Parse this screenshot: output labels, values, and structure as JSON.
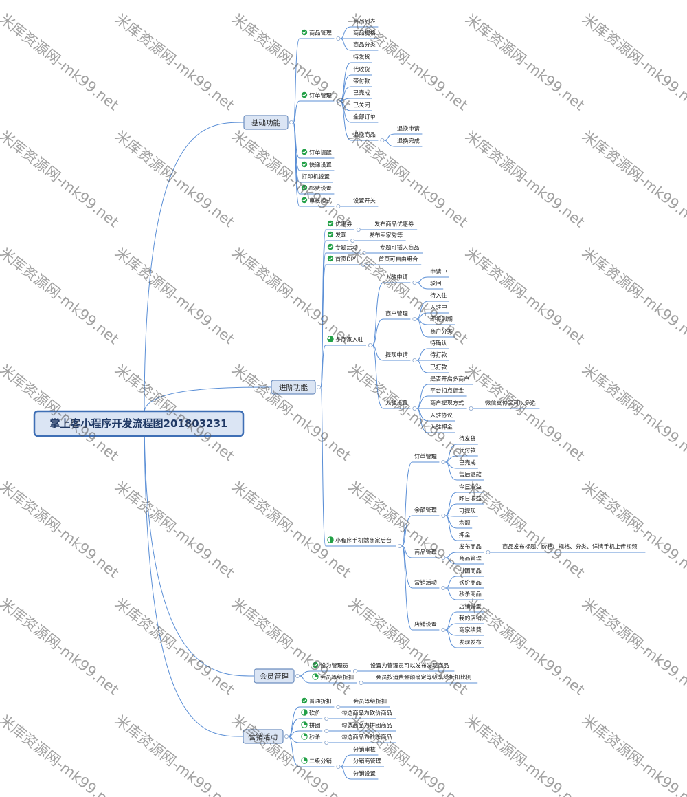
{
  "root": "掌上客小程序开发流程图201803231",
  "watermark": "米库资源网-mk99.net",
  "colors": {
    "line": "#5b8fd6",
    "box_fill": "#dbe5f4",
    "box_stroke": "#6c8ebf",
    "root_stroke": "#3f6fb5",
    "check": "#22a046"
  },
  "branches": [
    {
      "label": "基础功能",
      "children": [
        {
          "label": "商品管理",
          "icon": "check",
          "children": [
            {
              "label": "商品列表"
            },
            {
              "label": "商品规格"
            },
            {
              "label": "商品分类"
            }
          ]
        },
        {
          "label": "订单管理",
          "icon": "check",
          "children": [
            {
              "label": "待发货"
            },
            {
              "label": "代收货"
            },
            {
              "label": "带付款"
            },
            {
              "label": "已完成"
            },
            {
              "label": "已关闭"
            },
            {
              "label": "全部订单"
            },
            {
              "label": "退换商品",
              "children": [
                {
                  "label": "退换申请"
                },
                {
                  "label": "退换完成"
                }
              ]
            }
          ]
        },
        {
          "label": "订单提醒",
          "icon": "check"
        },
        {
          "label": "快递设置",
          "icon": "check"
        },
        {
          "label": "打印机设置"
        },
        {
          "label": "邮费设置",
          "icon": "check"
        },
        {
          "label": "审核模式",
          "icon": "check",
          "children": [
            {
              "label": "设置开关"
            }
          ]
        }
      ]
    },
    {
      "label": "进阶功能",
      "children": [
        {
          "label": "优惠券",
          "icon": "check",
          "children": [
            {
              "label": "发布商品优惠券"
            }
          ]
        },
        {
          "label": "发现",
          "icon": "check",
          "children": [
            {
              "label": "发布卖家秀等"
            }
          ]
        },
        {
          "label": "专题活动",
          "icon": "check",
          "children": [
            {
              "label": "专题可插入商品"
            }
          ]
        },
        {
          "label": "首页DIY",
          "icon": "check",
          "children": [
            {
              "label": "首页可自由组合"
            }
          ]
        },
        {
          "label": "多商家入驻",
          "icon": "partial",
          "children": [
            {
              "label": "入驻申请",
              "children": [
                {
                  "label": "申请中"
                },
                {
                  "label": "驳回"
                }
              ]
            },
            {
              "label": "商户管理",
              "children": [
                {
                  "label": "待入住"
                },
                {
                  "label": "入驻中"
                },
                {
                  "label": "即将到期"
                },
                {
                  "label": "商户分类"
                }
              ]
            },
            {
              "label": "提现申请",
              "children": [
                {
                  "label": "待确认"
                },
                {
                  "label": "待打款"
                },
                {
                  "label": "已打款"
                }
              ]
            },
            {
              "label": "入驻设置",
              "children": [
                {
                  "label": "是否开启多商户"
                },
                {
                  "label": "平台扣点佣金"
                },
                {
                  "label": "商户提现方式",
                  "children": [
                    {
                      "label": "微信支付宝可以多选"
                    }
                  ]
                },
                {
                  "label": "入驻协议"
                },
                {
                  "label": "入驻押金"
                }
              ]
            }
          ]
        },
        {
          "label": "小程序手机端商家后台",
          "icon": "half",
          "children": [
            {
              "label": "订单管理",
              "children": [
                {
                  "label": "待发货"
                },
                {
                  "label": "代付款"
                },
                {
                  "label": "已完成"
                },
                {
                  "label": "售后退款"
                }
              ]
            },
            {
              "label": "余额管理",
              "children": [
                {
                  "label": "今日收益"
                },
                {
                  "label": "昨日收益"
                },
                {
                  "label": "可提现"
                },
                {
                  "label": "余额"
                },
                {
                  "label": "押金"
                }
              ]
            },
            {
              "label": "商品管理",
              "children": [
                {
                  "label": "发布商品",
                  "children": [
                    {
                      "label": "商品发布标题、价格、规格、分类、详情手机上传视频"
                    }
                  ]
                },
                {
                  "label": "商品管理"
                }
              ]
            },
            {
              "label": "营销活动",
              "children": [
                {
                  "label": "拼团商品"
                },
                {
                  "label": "砍价商品"
                },
                {
                  "label": "秒杀商品"
                }
              ]
            },
            {
              "label": "店铺设置",
              "children": [
                {
                  "label": "店铺设置"
                },
                {
                  "label": "我的店铺"
                },
                {
                  "label": "商家续费"
                },
                {
                  "label": "发现发布"
                }
              ]
            }
          ]
        }
      ]
    },
    {
      "label": "会员管理",
      "children": [
        {
          "label": "设为管理员",
          "icon": "check",
          "children": [
            {
              "label": "设置为管理员可以发布发现商品"
            }
          ]
        },
        {
          "label": "会员等级折扣",
          "icon": "quarter",
          "children": [
            {
              "label": "会员按消费金额确定等级享受折扣比例"
            }
          ]
        }
      ]
    },
    {
      "label": "营销活动",
      "children": [
        {
          "label": "普通折扣",
          "icon": "check",
          "children": [
            {
              "label": "会员等级折扣"
            }
          ]
        },
        {
          "label": "砍价",
          "icon": "half",
          "children": [
            {
              "label": "勾选商品为砍价商品"
            }
          ]
        },
        {
          "label": "拼团",
          "icon": "quarter",
          "children": [
            {
              "label": "勾选商品为拼团商品"
            }
          ]
        },
        {
          "label": "秒杀",
          "icon": "quarter",
          "children": [
            {
              "label": "勾选商品为秒杀商品"
            }
          ]
        },
        {
          "label": "二级分销",
          "icon": "quarter",
          "children": [
            {
              "label": "分销审核"
            },
            {
              "label": "分销商管理"
            },
            {
              "label": "分销设置"
            }
          ]
        }
      ]
    }
  ]
}
